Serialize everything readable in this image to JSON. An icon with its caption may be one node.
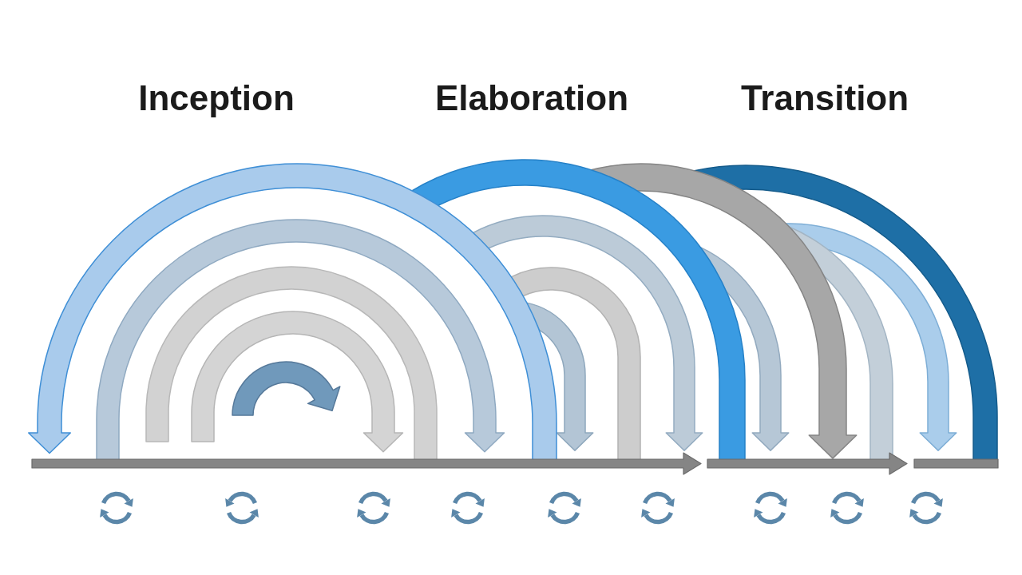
{
  "diagram": {
    "labels": [
      "Inception",
      "Elaboration",
      "Transition"
    ]
  }
}
